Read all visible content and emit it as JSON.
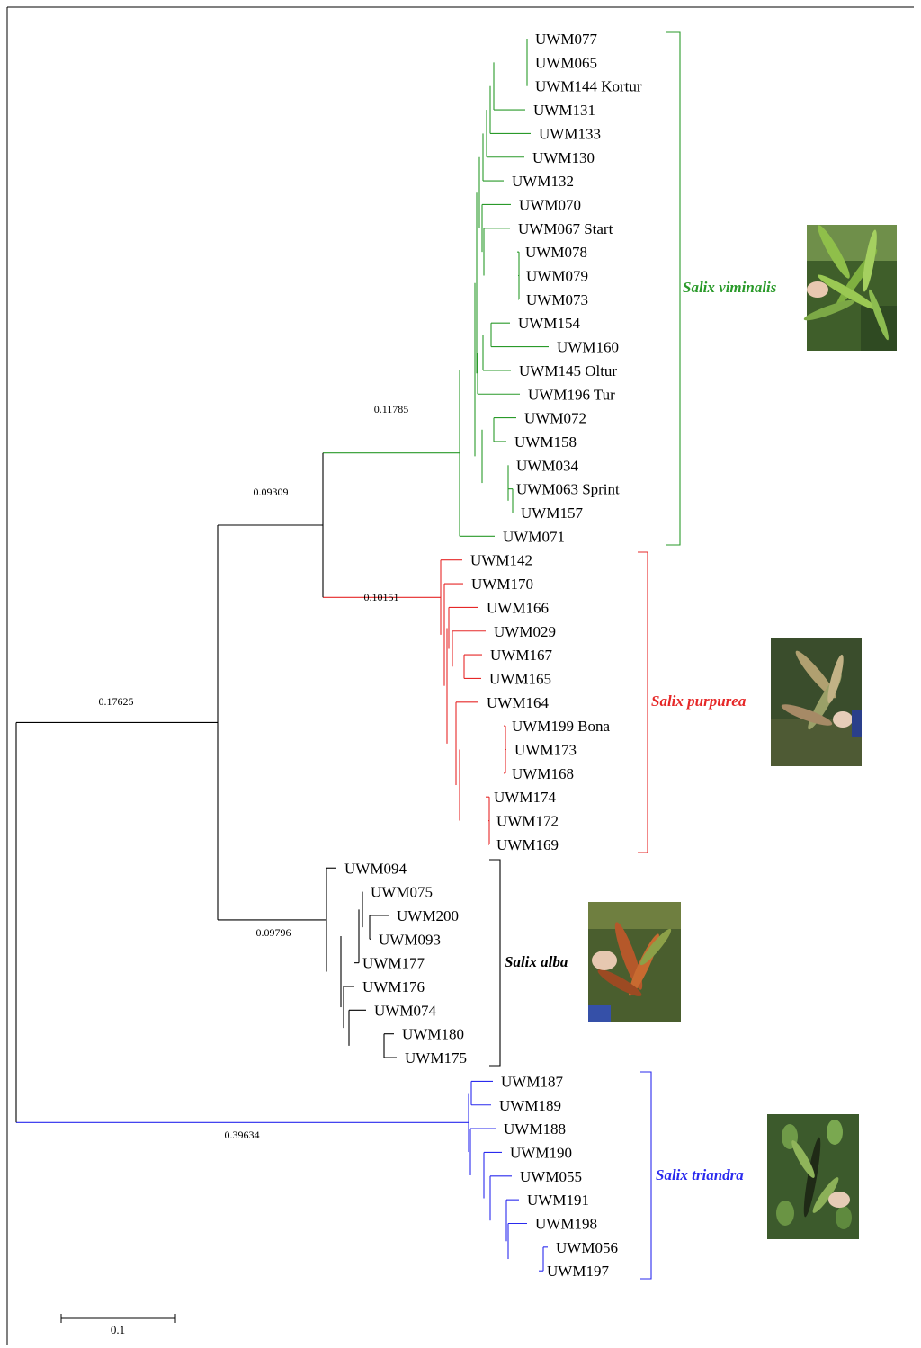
{
  "colors": {
    "viminalis": "#2a9a2a",
    "purpurea": "#e62828",
    "alba": "#000000",
    "triandra": "#2a2aee",
    "root": "#000000"
  },
  "branch_lengths": {
    "viminalis": "0.11785",
    "purpurea": "0.10151",
    "viminalis_purpurea": "0.09309",
    "alba": "0.09796",
    "ingroup": "0.17625",
    "triandra": "0.39634"
  },
  "clades": {
    "viminalis": {
      "name": "Salix viminalis",
      "leaves": [
        "UWM077",
        "UWM065",
        "UWM144 Kortur",
        "UWM131",
        "UWM133",
        "UWM130",
        "UWM132",
        "UWM070",
        "UWM067 Start",
        "UWM078",
        "UWM079",
        "UWM073",
        "UWM154",
        "UWM160",
        "UWM145 Oltur",
        "UWM196 Tur",
        "UWM072",
        "UWM158",
        "UWM034",
        "UWM063 Sprint",
        "UWM157",
        "UWM071"
      ]
    },
    "purpurea": {
      "name": "Salix purpurea",
      "leaves": [
        "UWM142",
        "UWM170",
        "UWM166",
        "UWM029",
        "UWM167",
        "UWM165",
        "UWM164",
        "UWM199 Bona",
        "UWM173",
        "UWM168",
        "UWM174",
        "UWM172",
        "UWM169"
      ]
    },
    "alba": {
      "name": "Salix alba",
      "leaves": [
        "UWM094",
        "UWM075",
        "UWM200",
        "UWM093",
        "UWM177",
        "UWM176",
        "UWM074",
        "UWM180",
        "UWM175"
      ]
    },
    "triandra": {
      "name": "Salix triandra",
      "leaves": [
        "UWM187",
        "UWM189",
        "UWM188",
        "UWM190",
        "UWM055",
        "UWM191",
        "UWM198",
        "UWM056",
        "UWM197"
      ]
    }
  },
  "scale_bar": {
    "label": "0.1"
  }
}
